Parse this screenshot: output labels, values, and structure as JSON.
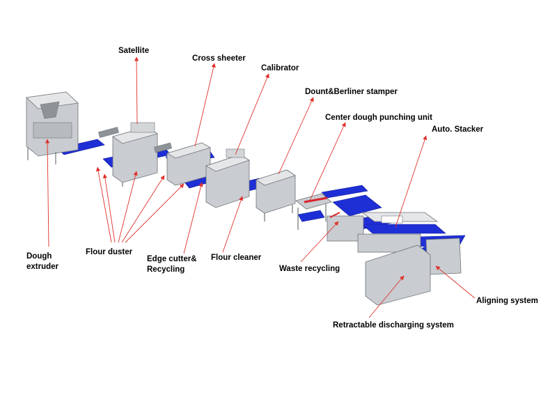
{
  "colors": {
    "belt": "#1f2fd6",
    "belt_edge": "#0d1a9a",
    "machine": "#c9ccd0",
    "machine_dark": "#8e9398",
    "machine_light": "#e4e6e8",
    "frame": "#6f7479",
    "pointer": "#e0302a",
    "label": "#000000",
    "marker": "#d8222b"
  },
  "labels": {
    "satellite": "Satellite",
    "cross_sheeter": "Cross sheeter",
    "calibrator": "Calibrator",
    "stamper": "Dount&Berliner stamper",
    "punching": "Center dough punching unit",
    "stacker": "Auto. Stacker",
    "extruder_1": "Dough",
    "extruder_2": "extruder",
    "flour_duster": "Flour duster",
    "edge_cutter_1": "Edge cutter&",
    "edge_cutter_2": "Recycling",
    "flour_cleaner": "Flour cleaner",
    "waste": "Waste recycling",
    "aligning": "Aligning system",
    "retractable": "Retractable discharging system"
  }
}
